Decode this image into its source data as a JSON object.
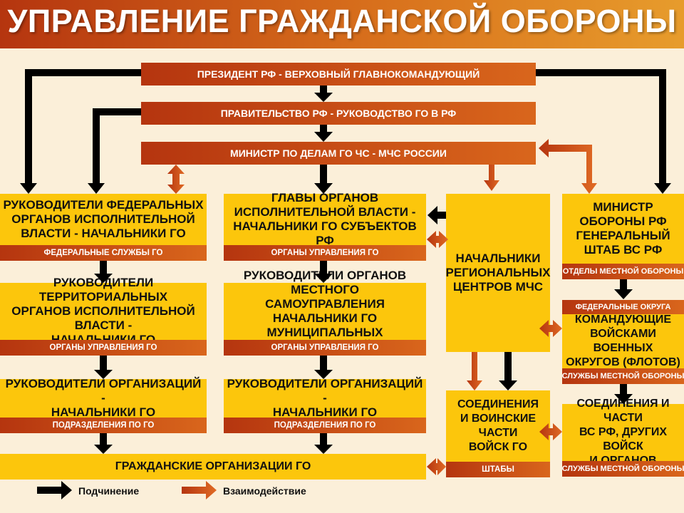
{
  "title": "УПРАВЛЕНИЕ ГРАЖДАНСКОЙ ОБОРОНЫ",
  "top": {
    "president": "ПРЕЗИДЕНТ РФ - ВЕРХОВНЫЙ ГЛАВНОКОМАНДУЮЩИЙ",
    "government": "ПРАВИТЕЛЬСТВО РФ - РУКОВОДСТВО ГО В РФ",
    "minister": "МИНИСТР ПО ДЕЛАМ ГО ЧС - МЧС РОССИИ"
  },
  "col1": {
    "box1": "РУКОВОДИТЕЛИ ФЕДЕРАЛЬНЫХ\nОРГАНОВ ИСПОЛНИТЕЛЬНОЙ\nВЛАСТИ - НАЧАЛЬНИКИ ГО",
    "sub1": "ФЕДЕРАЛЬНЫЕ СЛУЖБЫ ГО",
    "box2": "РУКОВОДИТЕЛИ ТЕРРИТОРИАЛЬНЫХ\nОРГАНОВ ИСПОЛНИТЕЛЬНОЙ ВЛАСТИ -\nНАЧАЛЬНИКИ ГО",
    "sub2": "ОРГАНЫ УПРАВЛЕНИЯ ГО",
    "box3": "РУКОВОДИТЕЛИ ОРГАНИЗАЦИЙ -\nНАЧАЛЬНИКИ ГО",
    "sub3": "ПОДРАЗДЕЛЕНИЯ ПО  ГО"
  },
  "col2": {
    "box1": "ГЛАВЫ ОРГАНОВ\nИСПОЛНИТЕЛЬНОЙ ВЛАСТИ -\nНАЧАЛЬНИКИ ГО СУБЪЕКТОВ РФ",
    "sub1": "ОРГАНЫ УПРАВЛЕНИЯ ГО",
    "box2": "РУКОВОДИТЕЛИ ОРГАНОВ МЕСТНОГО\nСАМОУПРАВЛЕНИЯ НАЧАЛЬНИКИ ГО\nМУНИЦИПАЛЬНЫХ ОБРАЗОВАНИЙ",
    "sub2": "ОРГАНЫ УПРАВЛЕНИЯ ГО",
    "box3": "РУКОВОДИТЕЛИ ОРГАНИЗАЦИЙ -\nНАЧАЛЬНИКИ ГО",
    "sub3": "ПОДРАЗДЕЛЕНИЯ ПО  ГО"
  },
  "civil_orgs": "ГРАЖДАНСКИЕ ОРГАНИЗАЦИИ ГО",
  "col3": {
    "regional": "НАЧАЛЬНИКИ\nРЕГИОНАЛЬНЫХ\nЦЕНТРОВ МЧС",
    "units": "СОЕДИНЕНИЯ\nИ ВОИНСКИЕ\nЧАСТИ\nВОЙСК ГО",
    "units_sub": "ШТАБЫ"
  },
  "col4": {
    "defense": "МИНИСТР\nОБОРОНЫ РФ\nГЕНЕРАЛЬНЫЙ\nШТАБ ВС РФ",
    "defense_sub": "ОТДЕЛЫ МЕСТНОЙ ОБОРОНЫ",
    "districts_header": "ФЕДЕРАЛЬНЫЕ ОКРУГА",
    "districts": "КОМАНДУЮЩИЕ\nВОЙСКАМИ ВОЕННЫХ\nОКРУГОВ (ФЛОТОВ)",
    "districts_sub": "СЛУЖБЫ МЕСТНОЙ ОБОРОНЫ",
    "forces": "СОЕДИНЕНИЯ И ЧАСТИ\nВС РФ, ДРУГИХ ВОЙСК\nИ ОРГАНОВ",
    "forces_sub": "СЛУЖБЫ МЕСТНОЙ ОБОРОНЫ"
  },
  "legend": {
    "subordination": "Подчинение",
    "interaction": "Взаимодействие"
  },
  "colors": {
    "box": "#fcc60c",
    "bar": "#c2461a",
    "subordination_arrow": "#000000",
    "interaction_arrow": "#cc5a1c"
  }
}
